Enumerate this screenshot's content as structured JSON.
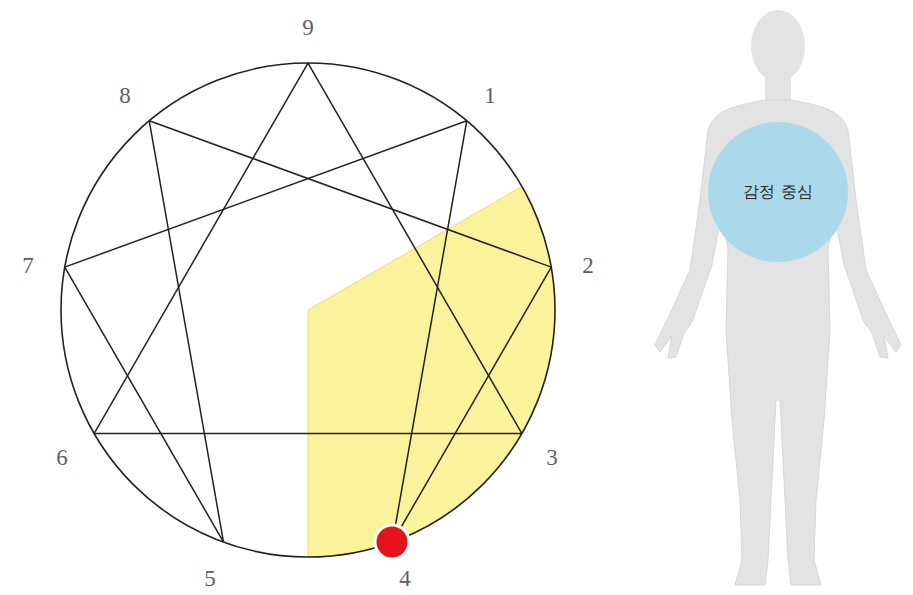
{
  "diagram": {
    "nodes": [
      {
        "text": [
          "감정 중심"
        ]
      }
    ],
    "labels": [
      "9",
      "8",
      "1",
      "7",
      "2",
      "6",
      "3",
      "5",
      "4"
    ]
  }
}
